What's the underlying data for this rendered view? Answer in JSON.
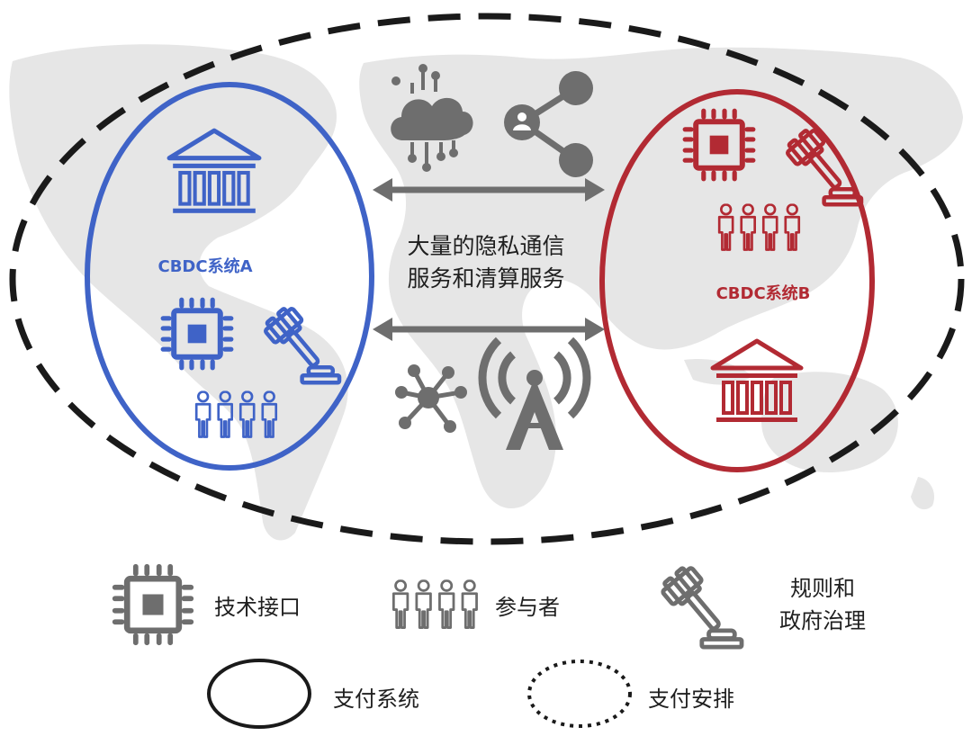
{
  "diagram": {
    "system_a": {
      "label": "CBDC系统A",
      "color": "#3f63c7"
    },
    "system_b": {
      "label": "CBDC系统B",
      "color": "#b22a33"
    },
    "center_line1": "大量的隐私通信",
    "center_line2": "服务和清算服务",
    "connector_color": "#6e6e6e"
  },
  "legend": {
    "tech_interface": "技术接口",
    "participants": "参与者",
    "rules_line1": "规则和",
    "rules_line2": "政府治理",
    "payment_system": "支付系统",
    "payment_arrangement": "支付安排"
  }
}
